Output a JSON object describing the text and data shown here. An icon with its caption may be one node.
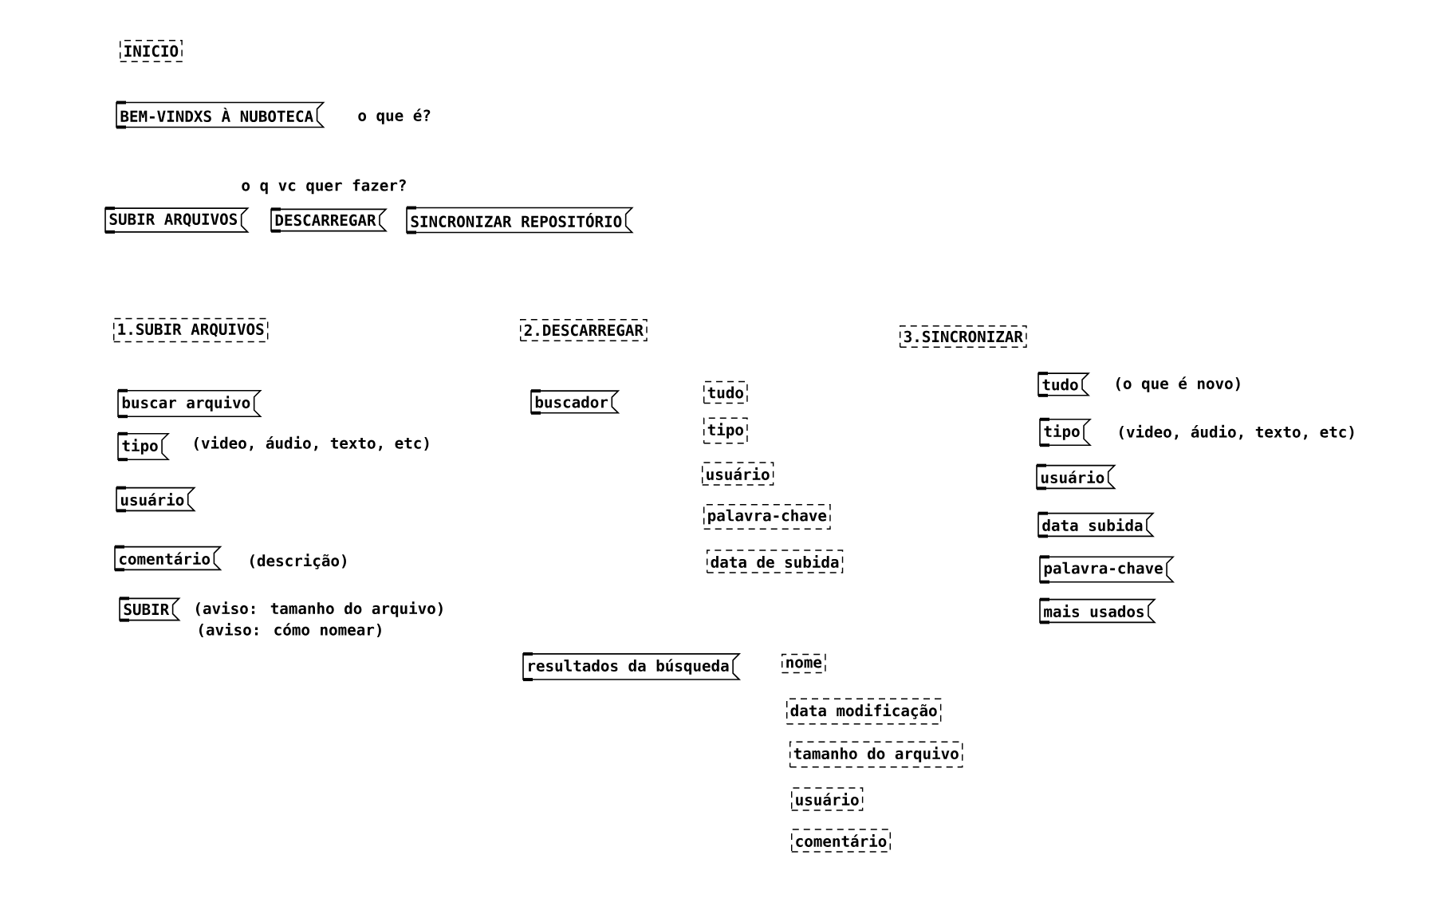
{
  "diagram": {
    "nodes": [
      {
        "text": [
          "INICIO"
        ]
      },
      {
        "text": [
          "BEM-VINDXS À NUBOTECA"
        ],
        "beside": [
          "o que é?"
        ]
      },
      {
        "text": [
          "SUBIR ARQUIVOS"
        ]
      },
      {
        "text": [
          "DESCARREGAR"
        ]
      },
      {
        "text": [
          "SINCRONIZAR REPOSITÓRIO"
        ]
      },
      {
        "text": [
          "1.SUBIR ARQUIVOS"
        ]
      },
      {
        "text": [
          "buscar arquivo"
        ]
      },
      {
        "text": [
          "tipo"
        ],
        "beside": [
          "(video, áudio, texto, etc)"
        ]
      },
      {
        "text": [
          "usuário"
        ]
      },
      {
        "text": [
          "comentário"
        ],
        "beside": [
          "(descrição)"
        ]
      },
      {
        "text": [
          "SUBIR"
        ],
        "beside": [
          "(aviso: tamanho do arquivo)",
          "(aviso: cómo nomear)"
        ]
      },
      {
        "text": [
          "2.DESCARREGAR"
        ]
      },
      {
        "text": [
          "buscador"
        ]
      },
      {
        "text": [
          "tudo"
        ]
      },
      {
        "text": [
          "tipo"
        ]
      },
      {
        "text": [
          "usuário"
        ]
      },
      {
        "text": [
          "palavra-chave"
        ]
      },
      {
        "text": [
          "data de subida"
        ]
      },
      {
        "text": [
          "resultados da búsqueda"
        ]
      },
      {
        "text": [
          "nome"
        ]
      },
      {
        "text": [
          "data modificação"
        ]
      },
      {
        "text": [
          "tamanho do arquivo"
        ]
      },
      {
        "text": [
          "usuário"
        ]
      },
      {
        "text": [
          "comentário"
        ]
      },
      {
        "text": [
          "3.SINCRONIZAR"
        ]
      },
      {
        "text": [
          "tudo"
        ],
        "beside": [
          "(o que é novo)"
        ]
      },
      {
        "text": [
          "tipo"
        ],
        "beside": [
          "(video, áudio, texto, etc)"
        ]
      },
      {
        "text": [
          "usuário"
        ]
      },
      {
        "text": [
          "data subida"
        ]
      },
      {
        "text": [
          "palavra-chave"
        ]
      },
      {
        "text": [
          "mais usados"
        ]
      }
    ],
    "labels": [
      "o q vc quer fazer?"
    ]
  }
}
